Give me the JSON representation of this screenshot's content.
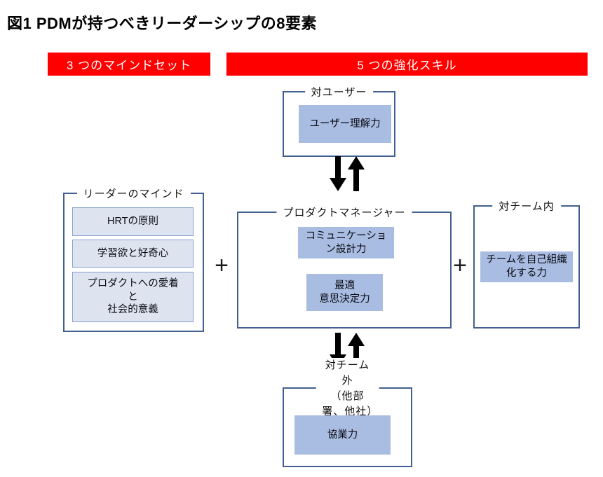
{
  "title": "図1 PDMが持つべきリーダーシップの8要素",
  "headers": {
    "mindset": "3 つのマインドセット",
    "skills": "5 つの強化スキル"
  },
  "groups": {
    "user": {
      "label": "対ユーザー",
      "items": [
        "ユーザー理解力"
      ]
    },
    "leader_mind": {
      "label": "リーダーのマインド",
      "items": [
        "HRTの原則",
        "学習欲と好奇心",
        "プロダクトへの愛着\nと\n社会的意義"
      ]
    },
    "pm": {
      "label": "プロダクトマネージャー",
      "items": [
        "コミュニケーショ\nン設計力",
        "最適\n意思決定力"
      ]
    },
    "team_in": {
      "label": "対チーム内",
      "items": [
        "チームを自己組織\n化する力"
      ]
    },
    "team_out": {
      "label": "対チーム外\n（他部署、他社）",
      "items": [
        "協業力"
      ]
    }
  },
  "operators": {
    "plus_left": "+",
    "plus_right": "+"
  },
  "icons": {
    "arrow_down_up": "double vertical arrows (down and up)"
  },
  "colors": {
    "accent_red": "#fe0000",
    "fill_medium": "#a9bde2",
    "fill_light": "#dde4f0",
    "border_blue": "#42608f",
    "arrow_black": "#000000",
    "header_text": "#ffffff"
  }
}
